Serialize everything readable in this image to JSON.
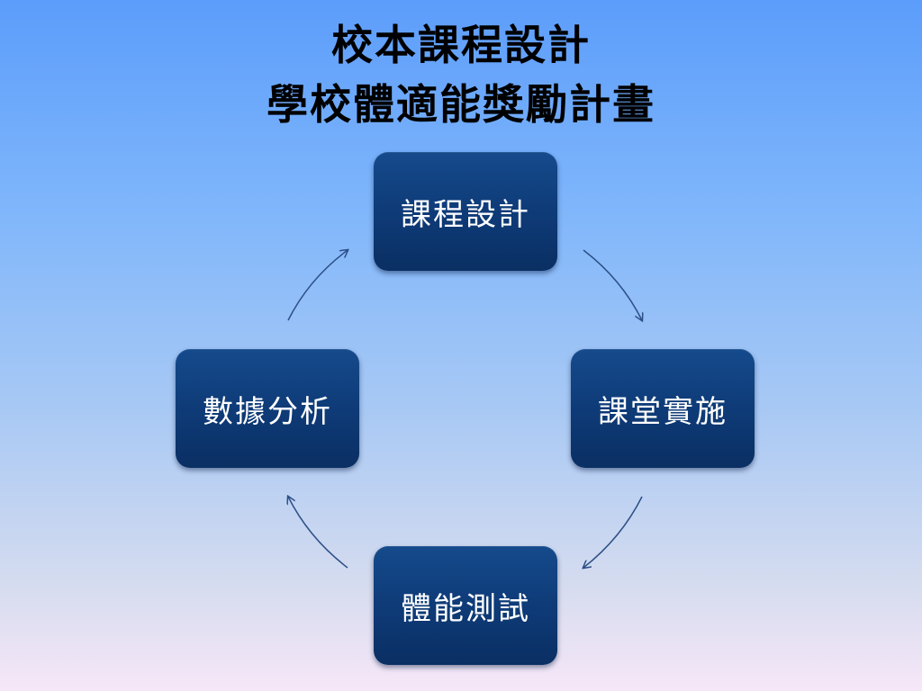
{
  "title": {
    "line1": "校本課程設計",
    "line2": "學校體適能獎勵計畫"
  },
  "cycle": {
    "steps": [
      {
        "label": "課程設計"
      },
      {
        "label": "課堂實施"
      },
      {
        "label": "體能測試"
      },
      {
        "label": "數據分析"
      }
    ]
  },
  "colors": {
    "node_fill": "#0e3a76",
    "node_text": "#ffffff",
    "arrow": "#2c4f86"
  }
}
